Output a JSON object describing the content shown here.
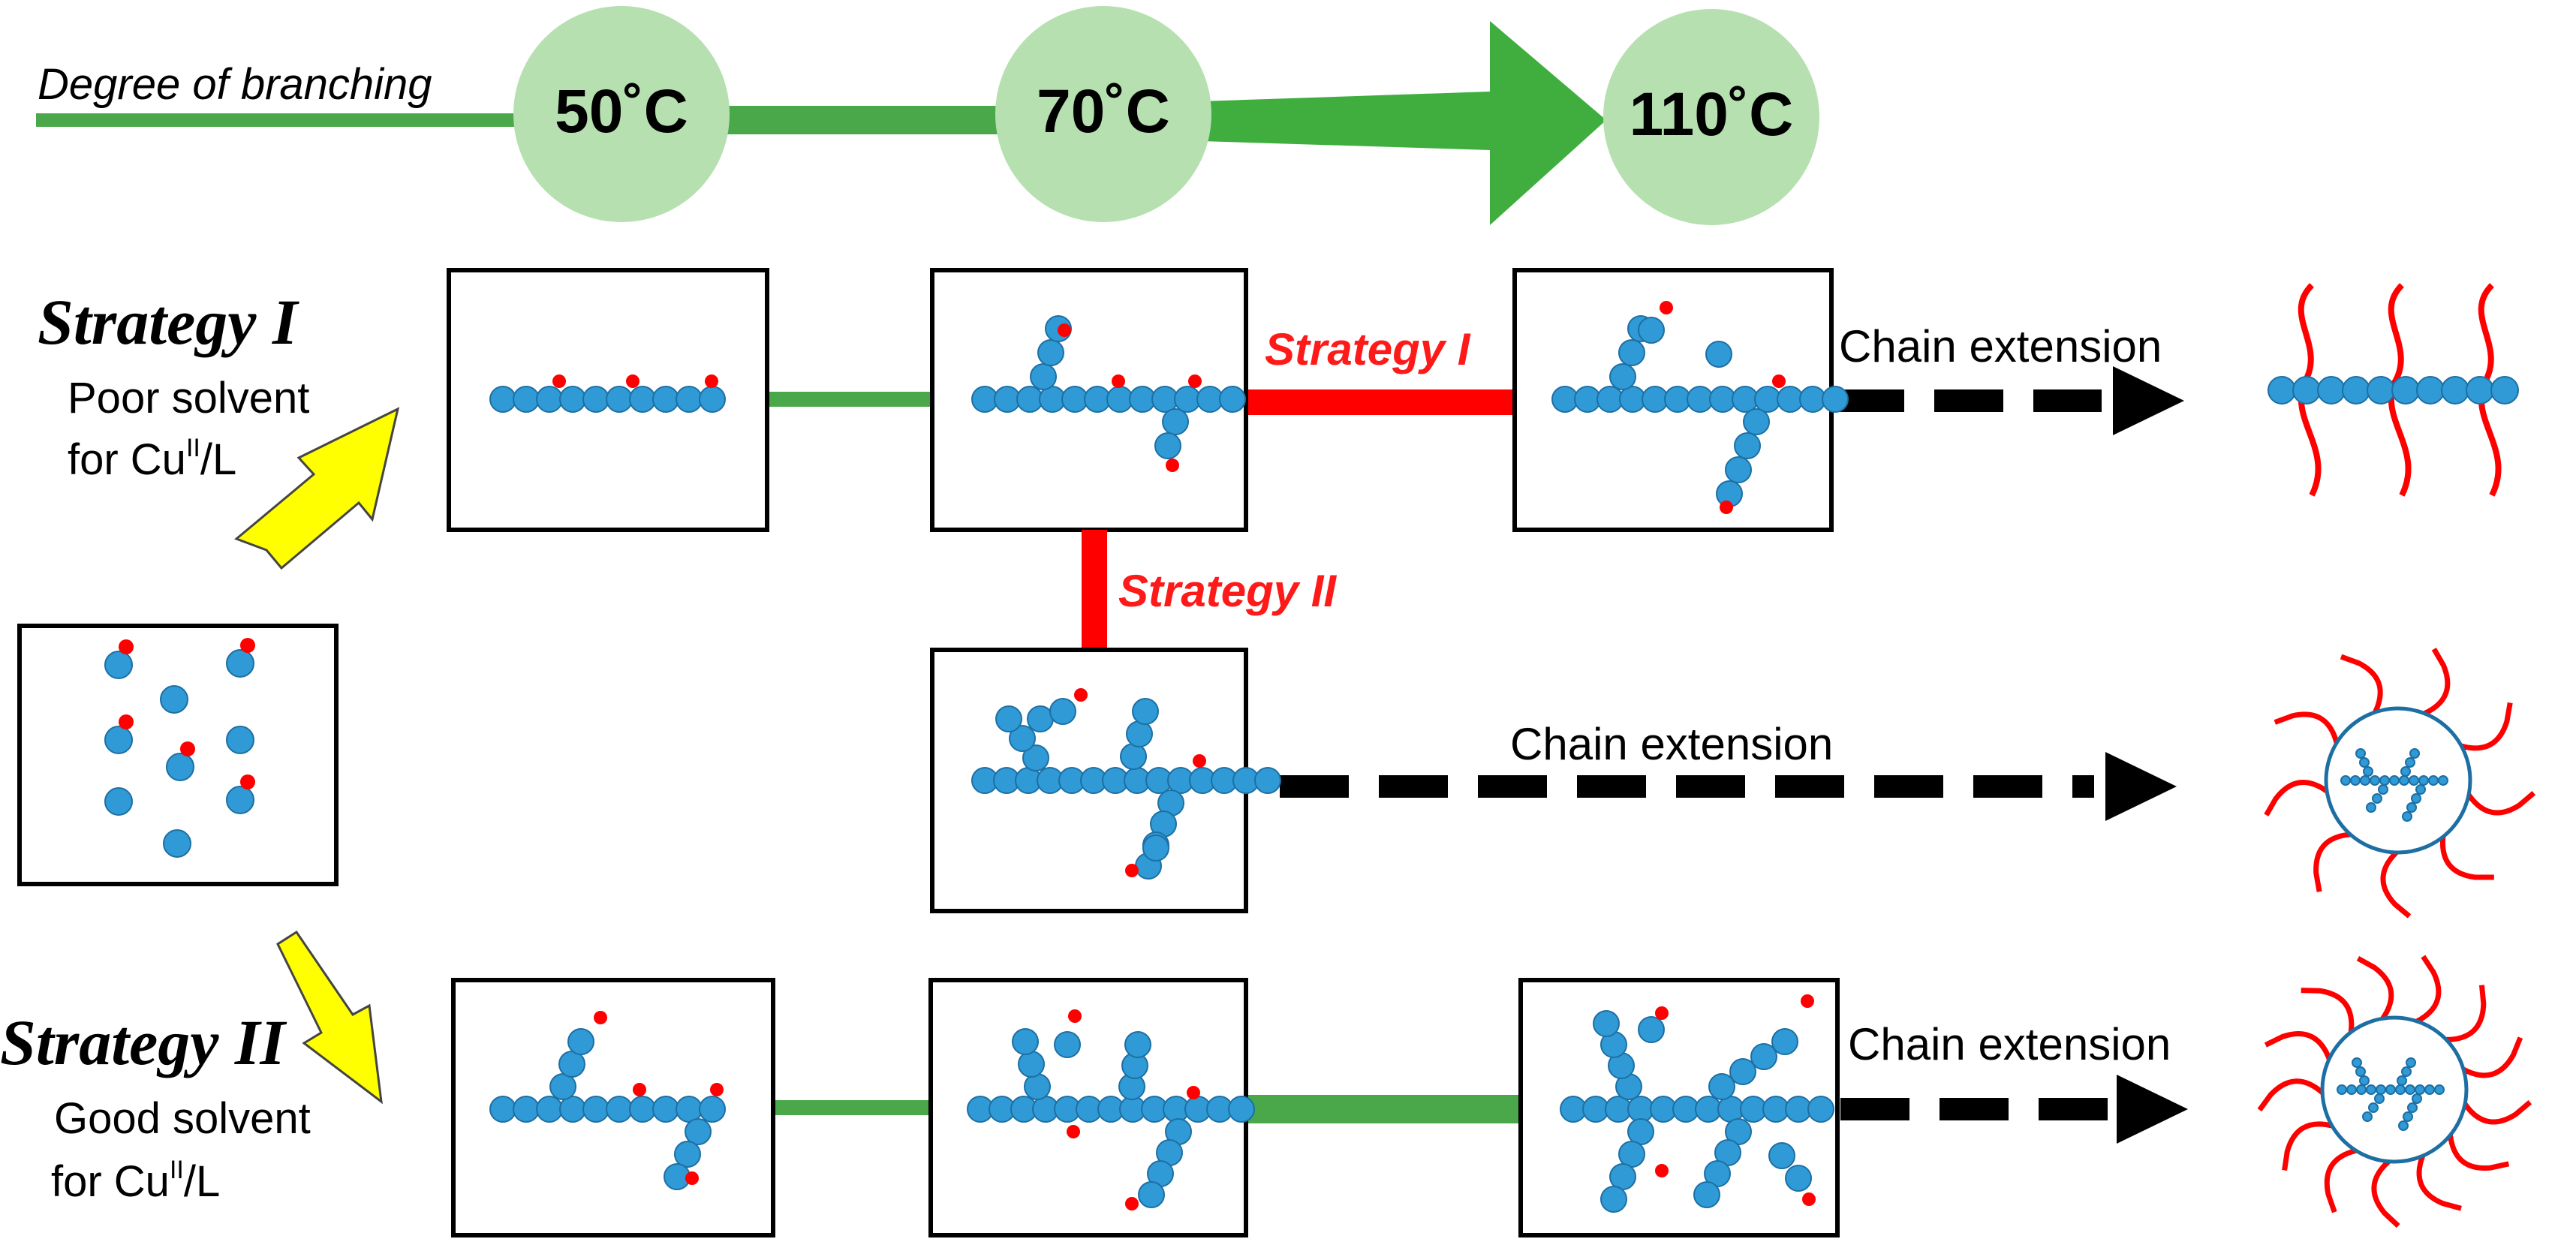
{
  "colors": {
    "green_line": "#4aa84a",
    "green_arrow": "#3fae3f",
    "temp_circle": "#b6e0b0",
    "red_line": "#ff0000",
    "red_label": "#ff1a1a",
    "monomer_blue": "#2f9ad6",
    "monomer_outline": "#1d6fa3",
    "end_group_red": "#ff0000",
    "yellow_arrow": "#ffff00",
    "dashed_arrow": "#000000",
    "box_border": "#000000"
  },
  "header": {
    "degree_label": "Degree of branching",
    "temperatures": [
      "50˚C",
      "70˚C",
      "110˚C"
    ]
  },
  "strategy_one": {
    "title": "Strategy I",
    "condition_line1": "Poor solvent",
    "condition_line2_prefix": "for Cu",
    "condition_line2_sup": "II",
    "condition_line2_suffix": "/L",
    "connector_label": "Strategy I",
    "chain_extension": "Chain extension"
  },
  "strategy_two": {
    "title": "Strategy II",
    "condition_line1": "Good solvent",
    "condition_line2_prefix": "for Cu",
    "condition_line2_sup": "II",
    "condition_line2_suffix": "/L",
    "connector_label": "Strategy II",
    "middle_chain_extension": "Chain extension",
    "bottom_chain_extension": "Chain extension"
  }
}
